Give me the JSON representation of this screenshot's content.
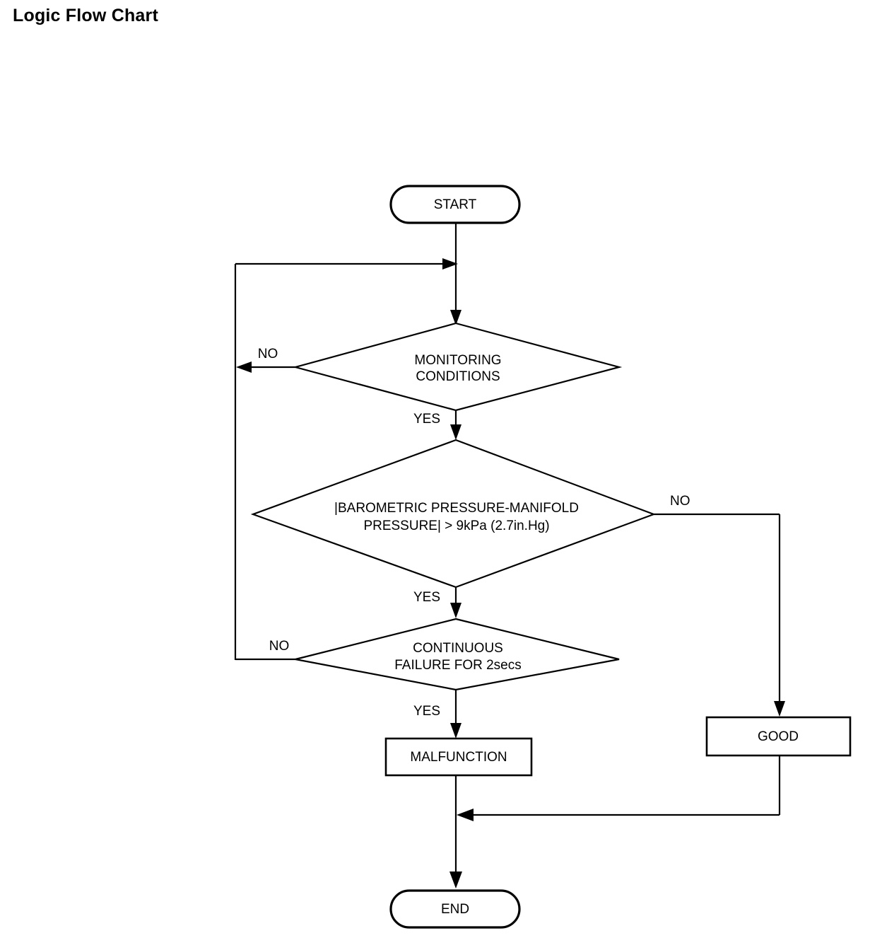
{
  "page": {
    "title": "Logic Flow Chart"
  },
  "chart_data": {
    "type": "flowchart",
    "title": "Logic Flow Chart",
    "orientation": "top-to-bottom",
    "nodes": [
      {
        "id": "start",
        "shape": "terminator",
        "label": "START"
      },
      {
        "id": "monitoring",
        "shape": "decision",
        "label_line1": "MONITORING",
        "label_line2": "CONDITIONS"
      },
      {
        "id": "pressure",
        "shape": "decision",
        "label_line1": "|BAROMETRIC PRESSURE-MANIFOLD",
        "label_line2": "PRESSURE| > 9kPa (2.7in.Hg)"
      },
      {
        "id": "continuous",
        "shape": "decision",
        "label_line1": "CONTINUOUS",
        "label_line2": "FAILURE FOR 2secs"
      },
      {
        "id": "malfunction",
        "shape": "process",
        "label": "MALFUNCTION"
      },
      {
        "id": "good",
        "shape": "process",
        "label": "GOOD"
      },
      {
        "id": "end",
        "shape": "terminator",
        "label": "END"
      }
    ],
    "edges": [
      {
        "from": "start",
        "to": "monitoring",
        "label": ""
      },
      {
        "from": "monitoring",
        "to": "start",
        "label": "NO",
        "routing": "left-loop"
      },
      {
        "from": "monitoring",
        "to": "pressure",
        "label": "YES"
      },
      {
        "from": "pressure",
        "to": "good",
        "label": "NO",
        "routing": "right-branch"
      },
      {
        "from": "pressure",
        "to": "continuous",
        "label": "YES"
      },
      {
        "from": "continuous",
        "to": "start",
        "label": "NO",
        "routing": "left-loop"
      },
      {
        "from": "continuous",
        "to": "malfunction",
        "label": "YES"
      },
      {
        "from": "malfunction",
        "to": "end",
        "label": ""
      },
      {
        "from": "good",
        "to": "end",
        "label": "",
        "routing": "right-merge"
      }
    ],
    "branch_labels": {
      "monitoring_no": "NO",
      "monitoring_yes": "YES",
      "pressure_no": "NO",
      "pressure_yes": "YES",
      "continuous_no": "NO",
      "continuous_yes": "YES"
    },
    "colors": {
      "stroke": "#000000",
      "fill": "#ffffff",
      "text": "#000000",
      "background": "#ffffff"
    }
  }
}
